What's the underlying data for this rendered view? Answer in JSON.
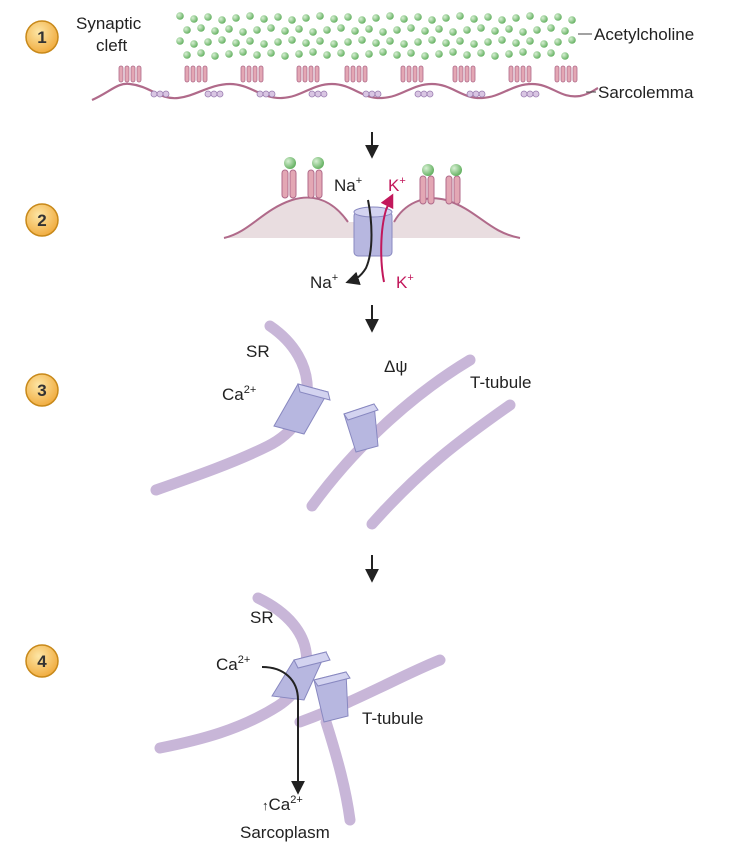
{
  "steps": [
    "1",
    "2",
    "3",
    "4"
  ],
  "step1": {
    "label_synaptic": "Synaptic",
    "label_cleft": "cleft",
    "label_acetylcholine": "Acetylcholine",
    "label_sarcolemma": "Sarcolemma"
  },
  "step2": {
    "na_in": "Na",
    "na_out": "Na",
    "k_in": "K",
    "k_out": "K",
    "plus": "+"
  },
  "step3": {
    "sr": "SR",
    "ca": "Ca",
    "ca_charge": "2+",
    "delta_psi": "Δψ",
    "t_tubule": "T-tubule"
  },
  "step4": {
    "sr": "SR",
    "ca": "Ca",
    "ca_charge": "2+",
    "t_tubule": "T-tubule",
    "ca_increase_arrow": "↑",
    "ca_increase": "Ca",
    "sarcoplasm": "Sarcoplasm"
  },
  "colors": {
    "badge_fill": "#f6c35a",
    "badge_stroke": "#c8891a",
    "acetylcholine": "#7cc47a",
    "receptor": "#e3a7b4",
    "membrane_line": "#b06a8a",
    "k_ion": "#c2185b",
    "tubule": "#c8b6d8",
    "channel": "#a9a7d4"
  }
}
